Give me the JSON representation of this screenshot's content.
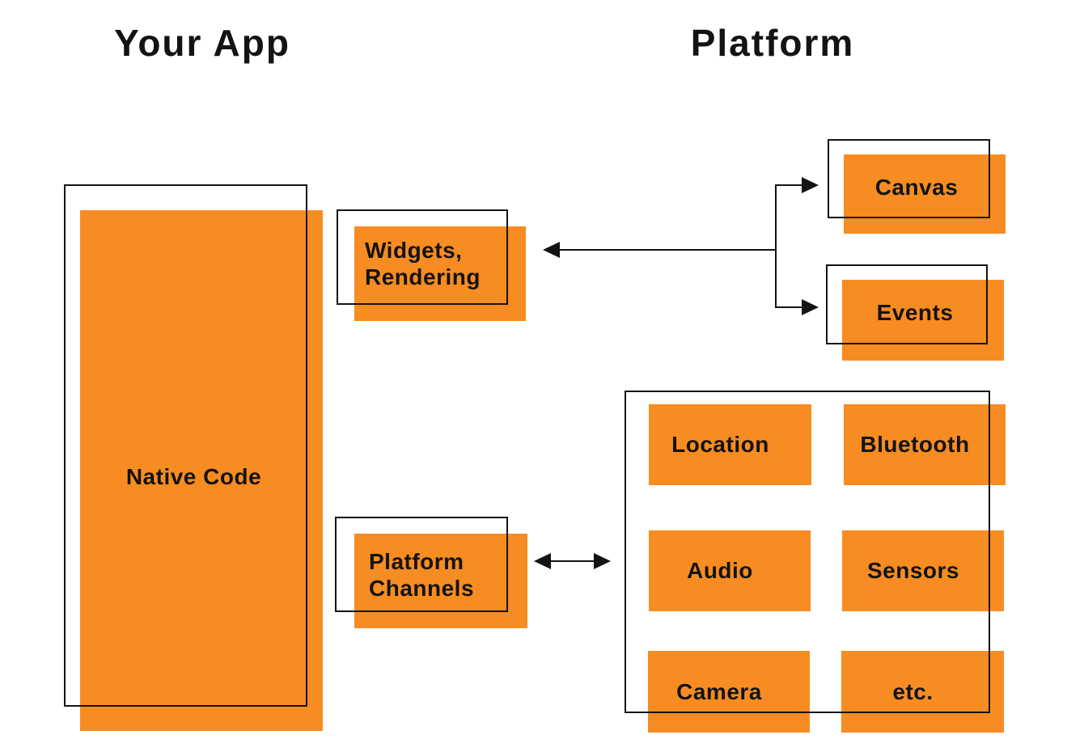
{
  "titles": {
    "app": "Your App",
    "platform": "Platform"
  },
  "colors": {
    "accent_orange": "#F78C22",
    "line_black": "#131313",
    "background": "#FFFFFF"
  },
  "app_side": {
    "native_code": {
      "label": "Native Code"
    },
    "widgets": {
      "label_line1": "Widgets,",
      "label_line2": "Rendering"
    },
    "platform_channels": {
      "label_line1": "Platform",
      "label_line2": "Channels"
    }
  },
  "platform_side": {
    "canvas": {
      "label": "Canvas"
    },
    "events": {
      "label": "Events"
    },
    "services": [
      {
        "label": "Location"
      },
      {
        "label": "Bluetooth"
      },
      {
        "label": "Audio"
      },
      {
        "label": "Sensors"
      },
      {
        "label": "Camera"
      },
      {
        "label": "etc."
      }
    ]
  },
  "connections": [
    {
      "from": "Canvas",
      "to": "Widgets, Rendering",
      "type": "arrow"
    },
    {
      "from": "Events",
      "to": "Widgets, Rendering",
      "type": "arrow"
    },
    {
      "from": "Platform Channels",
      "to": "Platform services",
      "type": "double-arrow"
    }
  ]
}
